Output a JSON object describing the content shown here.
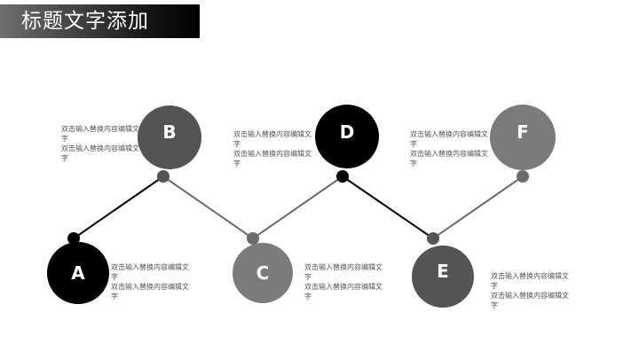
{
  "header": {
    "title": "标题文字添加"
  },
  "colors": {
    "black": "#000000",
    "dark_gray": "#545454",
    "mid_gray": "#6b6b6b",
    "light_gray": "#7b7b7b",
    "connector_black": "#000000",
    "connector_gray": "#6b6b6b"
  },
  "nodes": [
    {
      "id": "A",
      "label": "A",
      "desc": "双击输入替换内容编辑文字\n双击输入替换内容编辑文字"
    },
    {
      "id": "B",
      "label": "B",
      "desc": "双击输入替换内容编辑文字\n双击输入替换内容编辑文字"
    },
    {
      "id": "C",
      "label": "C",
      "desc": "双击输入替换内容编辑文字\n双击输入替换内容编辑文字"
    },
    {
      "id": "D",
      "label": "D",
      "desc": "双击输入替换内容编辑文字\n双击输入替换内容编辑文字"
    },
    {
      "id": "E",
      "label": "E",
      "desc": "双击输入替换内容编辑文字\n双击输入替换内容编辑文字"
    },
    {
      "id": "F",
      "label": "F",
      "desc": "双击输入替换内容编辑文字\n双击输入替换内容编辑文字"
    }
  ]
}
